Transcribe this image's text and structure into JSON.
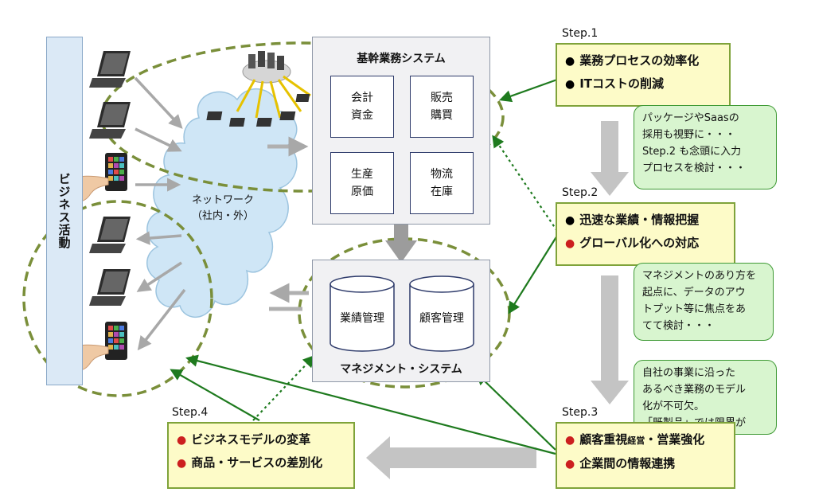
{
  "business_activity": {
    "label": "ビジネス活動"
  },
  "network": {
    "line1": "ネットワーク",
    "line2": "（社内・外）"
  },
  "core_system": {
    "title": "基幹業務システム",
    "modules": [
      {
        "line1": "会計",
        "line2": "資金"
      },
      {
        "line1": "販売",
        "line2": "購買"
      },
      {
        "line1": "生産",
        "line2": "原価"
      },
      {
        "line1": "物流",
        "line2": "在庫"
      }
    ]
  },
  "management_system": {
    "title": "マネジメント・システム",
    "databases": [
      "業績管理",
      "顧客管理"
    ]
  },
  "steps": {
    "step1": {
      "label": "Step.1",
      "items": [
        {
          "text": "業務プロセスの効率化",
          "bullet_color": "#000000"
        },
        {
          "text": "ITコストの削減",
          "bullet_color": "#000000"
        }
      ],
      "note": [
        "パッケージやSaasの",
        "採用も視野に・・・",
        "Step.2 も念頭に入力",
        "プロセスを検討・・・"
      ]
    },
    "step2": {
      "label": "Step.2",
      "items": [
        {
          "text": "迅速な業績・情報把握",
          "bullet_color": "#000000"
        },
        {
          "text": "グローバル化への対応",
          "bullet_color": "#cc1f1f"
        }
      ],
      "note": [
        "マネジメントのあり方を",
        "起点に、データのアウ",
        "トプット等に焦点をあ",
        "てて検討・・・"
      ]
    },
    "step3": {
      "label": "Step.3",
      "items": [
        {
          "text": "顧客重視",
          "small": "経営",
          "text_after": "・営業強化",
          "bullet_color": "#cc1f1f"
        },
        {
          "text": "企業間の情報連携",
          "bullet_color": "#cc1f1f"
        }
      ],
      "note": [
        "自社の事業に沿った",
        "あるべき業務のモデル",
        "化が不可欠。",
        "「既製品」では限界が"
      ]
    },
    "step4": {
      "label": "Step.4",
      "items": [
        {
          "text": "ビジネスモデルの変革",
          "bullet_color": "#cc1f1f"
        },
        {
          "text": "商品・サービスの差別化",
          "bullet_color": "#cc1f1f"
        }
      ]
    }
  },
  "colors": {
    "dashed_ellipse": "#7a8f3a",
    "connector_green": "#1e7a1e",
    "flow_arrow_gray": "#b8b8b8",
    "cloud_fill": "#cfe6f6",
    "step_box_fill": "#fdfbc8",
    "note_fill": "#d8f5cf"
  },
  "icons": [
    "laptop-icon",
    "tablet-icon",
    "hand-icon",
    "server-cloud-icon",
    "database-icon",
    "cloud-icon"
  ]
}
